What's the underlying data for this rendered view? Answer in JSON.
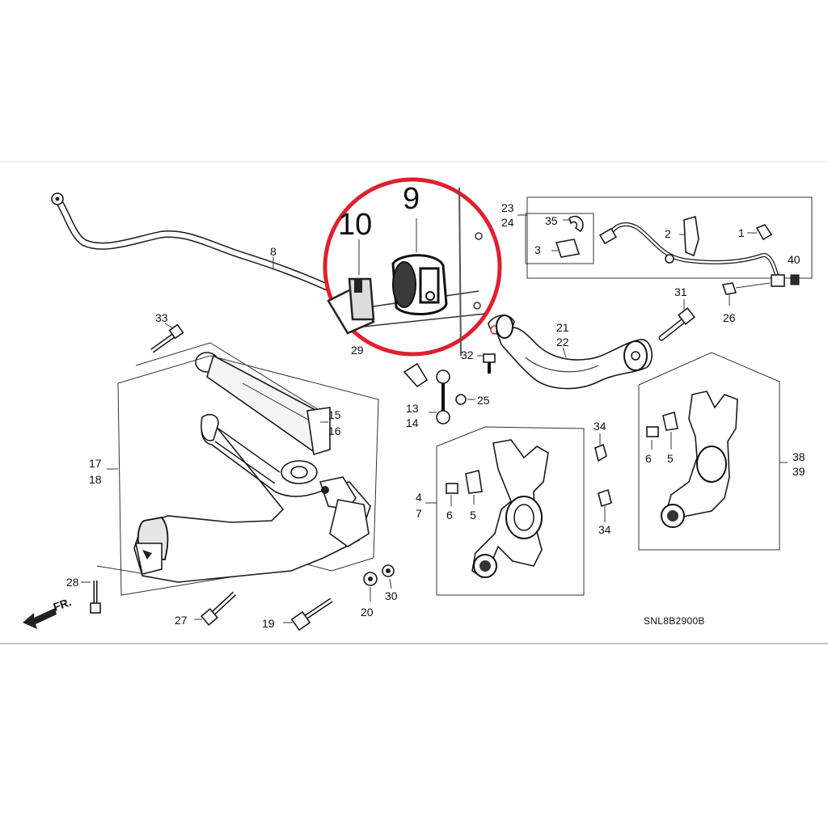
{
  "labels": {
    "p1": "1",
    "p2": "2",
    "p3": "3",
    "p4_7": [
      "4",
      "7"
    ],
    "p5a": "5",
    "p5b": "5",
    "p6a": "6",
    "p6b": "6",
    "p8": "8",
    "p9": "9",
    "p10": "10",
    "p13_14": [
      "13",
      "14"
    ],
    "p15_16": [
      "15",
      "16"
    ],
    "p17_18": [
      "17",
      "18"
    ],
    "p19": "19",
    "p20": "20",
    "p21_22": [
      "21",
      "22"
    ],
    "p23_24": [
      "23",
      "24"
    ],
    "p25": "25",
    "p26": "26",
    "p27": "27",
    "p28": "28",
    "p29": "29",
    "p30": "30",
    "p31": "31",
    "p32": "32",
    "p33": "33",
    "p34a": "34",
    "p34b": "34",
    "p35": "35",
    "p38_39": [
      "38",
      "39"
    ],
    "p40": "40"
  },
  "front_indicator": "FR.",
  "diagram_code": "SNL8B2900B",
  "highlight_color": "#e0202e"
}
